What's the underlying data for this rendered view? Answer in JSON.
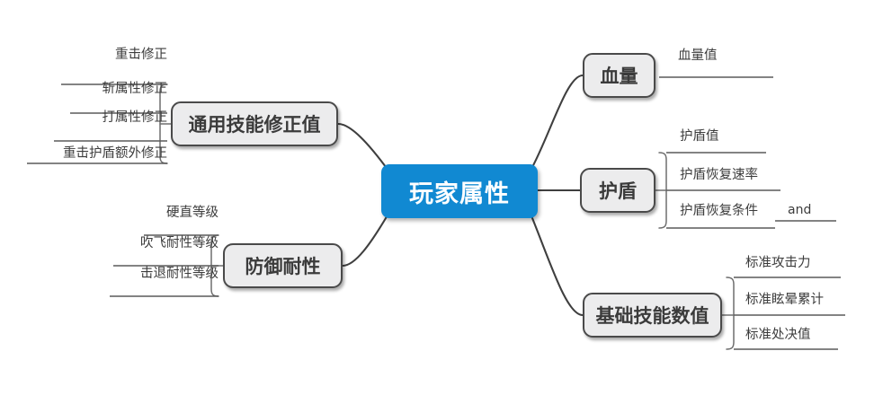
{
  "diagram": {
    "type": "mind-map",
    "title": "玩家属性",
    "root": {
      "label": "玩家属性",
      "color": "#1189d2",
      "text_color": "#ffffff"
    },
    "node_color": "#ececed",
    "node_border_color": "#4a4a4a",
    "edge_color": "#3f3f3f",
    "background": "#ffffff",
    "branches": [
      {
        "label": "通用技能修正值",
        "side": "left",
        "children": [
          {
            "label": "重击修正"
          },
          {
            "label": "斩属性修正"
          },
          {
            "label": "打属性修正"
          },
          {
            "label": "重击护盾额外修正"
          }
        ]
      },
      {
        "label": "防御耐性",
        "side": "left",
        "children": [
          {
            "label": "硬直等级"
          },
          {
            "label": "吹飞耐性等级"
          },
          {
            "label": "击退耐性等级"
          }
        ]
      },
      {
        "label": "血量",
        "side": "right",
        "children": [
          {
            "label": "血量值"
          }
        ]
      },
      {
        "label": "护盾",
        "side": "right",
        "children": [
          {
            "label": "护盾值"
          },
          {
            "label": "护盾恢复速率"
          },
          {
            "label": "护盾恢复条件",
            "note": "and"
          }
        ]
      },
      {
        "label": "基础技能数值",
        "side": "right",
        "children": [
          {
            "label": "标准攻击力"
          },
          {
            "label": "标准眩晕累计"
          },
          {
            "label": "标准处决值"
          }
        ]
      }
    ]
  }
}
